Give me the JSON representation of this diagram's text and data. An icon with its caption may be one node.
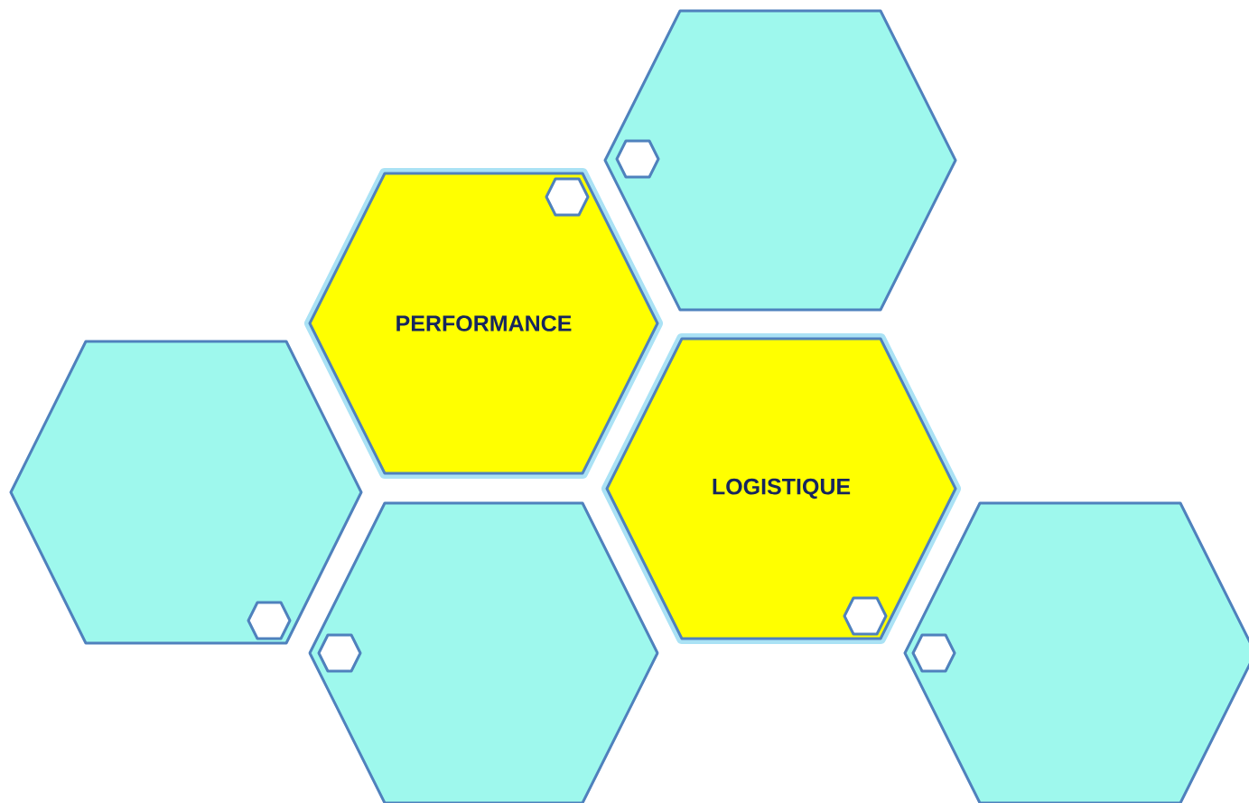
{
  "diagram": {
    "nodes": [
      {
        "text": [],
        "shape": "hexagon"
      },
      {
        "text": [
          "PERFORMANCE"
        ]
      },
      {
        "text": [],
        "shape": "hexagon"
      },
      {
        "text": [
          "LOGISTIQUE"
        ]
      },
      {
        "text": [],
        "shape": "hexagon"
      },
      {
        "text": [],
        "shape": "hexagon"
      }
    ]
  }
}
